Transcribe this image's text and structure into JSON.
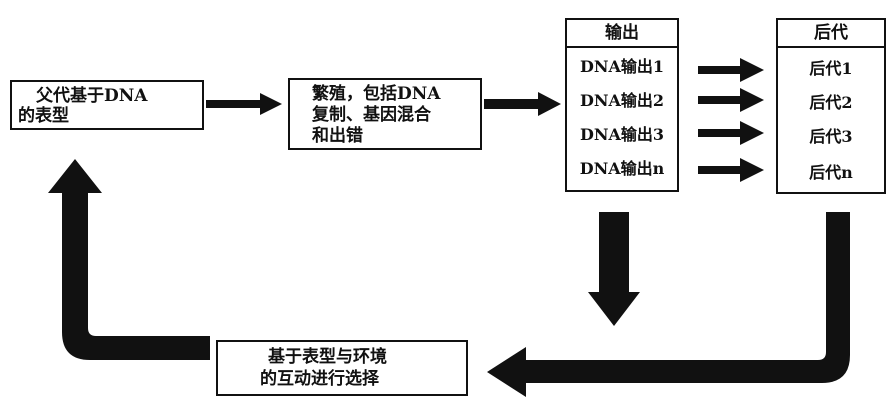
{
  "diagram": {
    "parent_box": {
      "line1": "父代基于DNA",
      "line2": "的表型"
    },
    "reproduction_box": {
      "line1": "繁殖，包括DNA",
      "line2": "复制、基因混合",
      "line3": "和出错"
    },
    "dna_output_box": {
      "header": "输出",
      "rows": [
        "DNA输出1",
        "DNA输出2",
        "DNA输出3",
        "DNA输出n"
      ]
    },
    "offspring_box": {
      "header": "后代",
      "rows": [
        "后代1",
        "后代2",
        "后代3",
        "后代n"
      ]
    },
    "selection_box": {
      "line1": "基于表型与环境",
      "line2": "的互动进行选择"
    }
  },
  "colors": {
    "ink": "#111111",
    "background": "#ffffff"
  }
}
